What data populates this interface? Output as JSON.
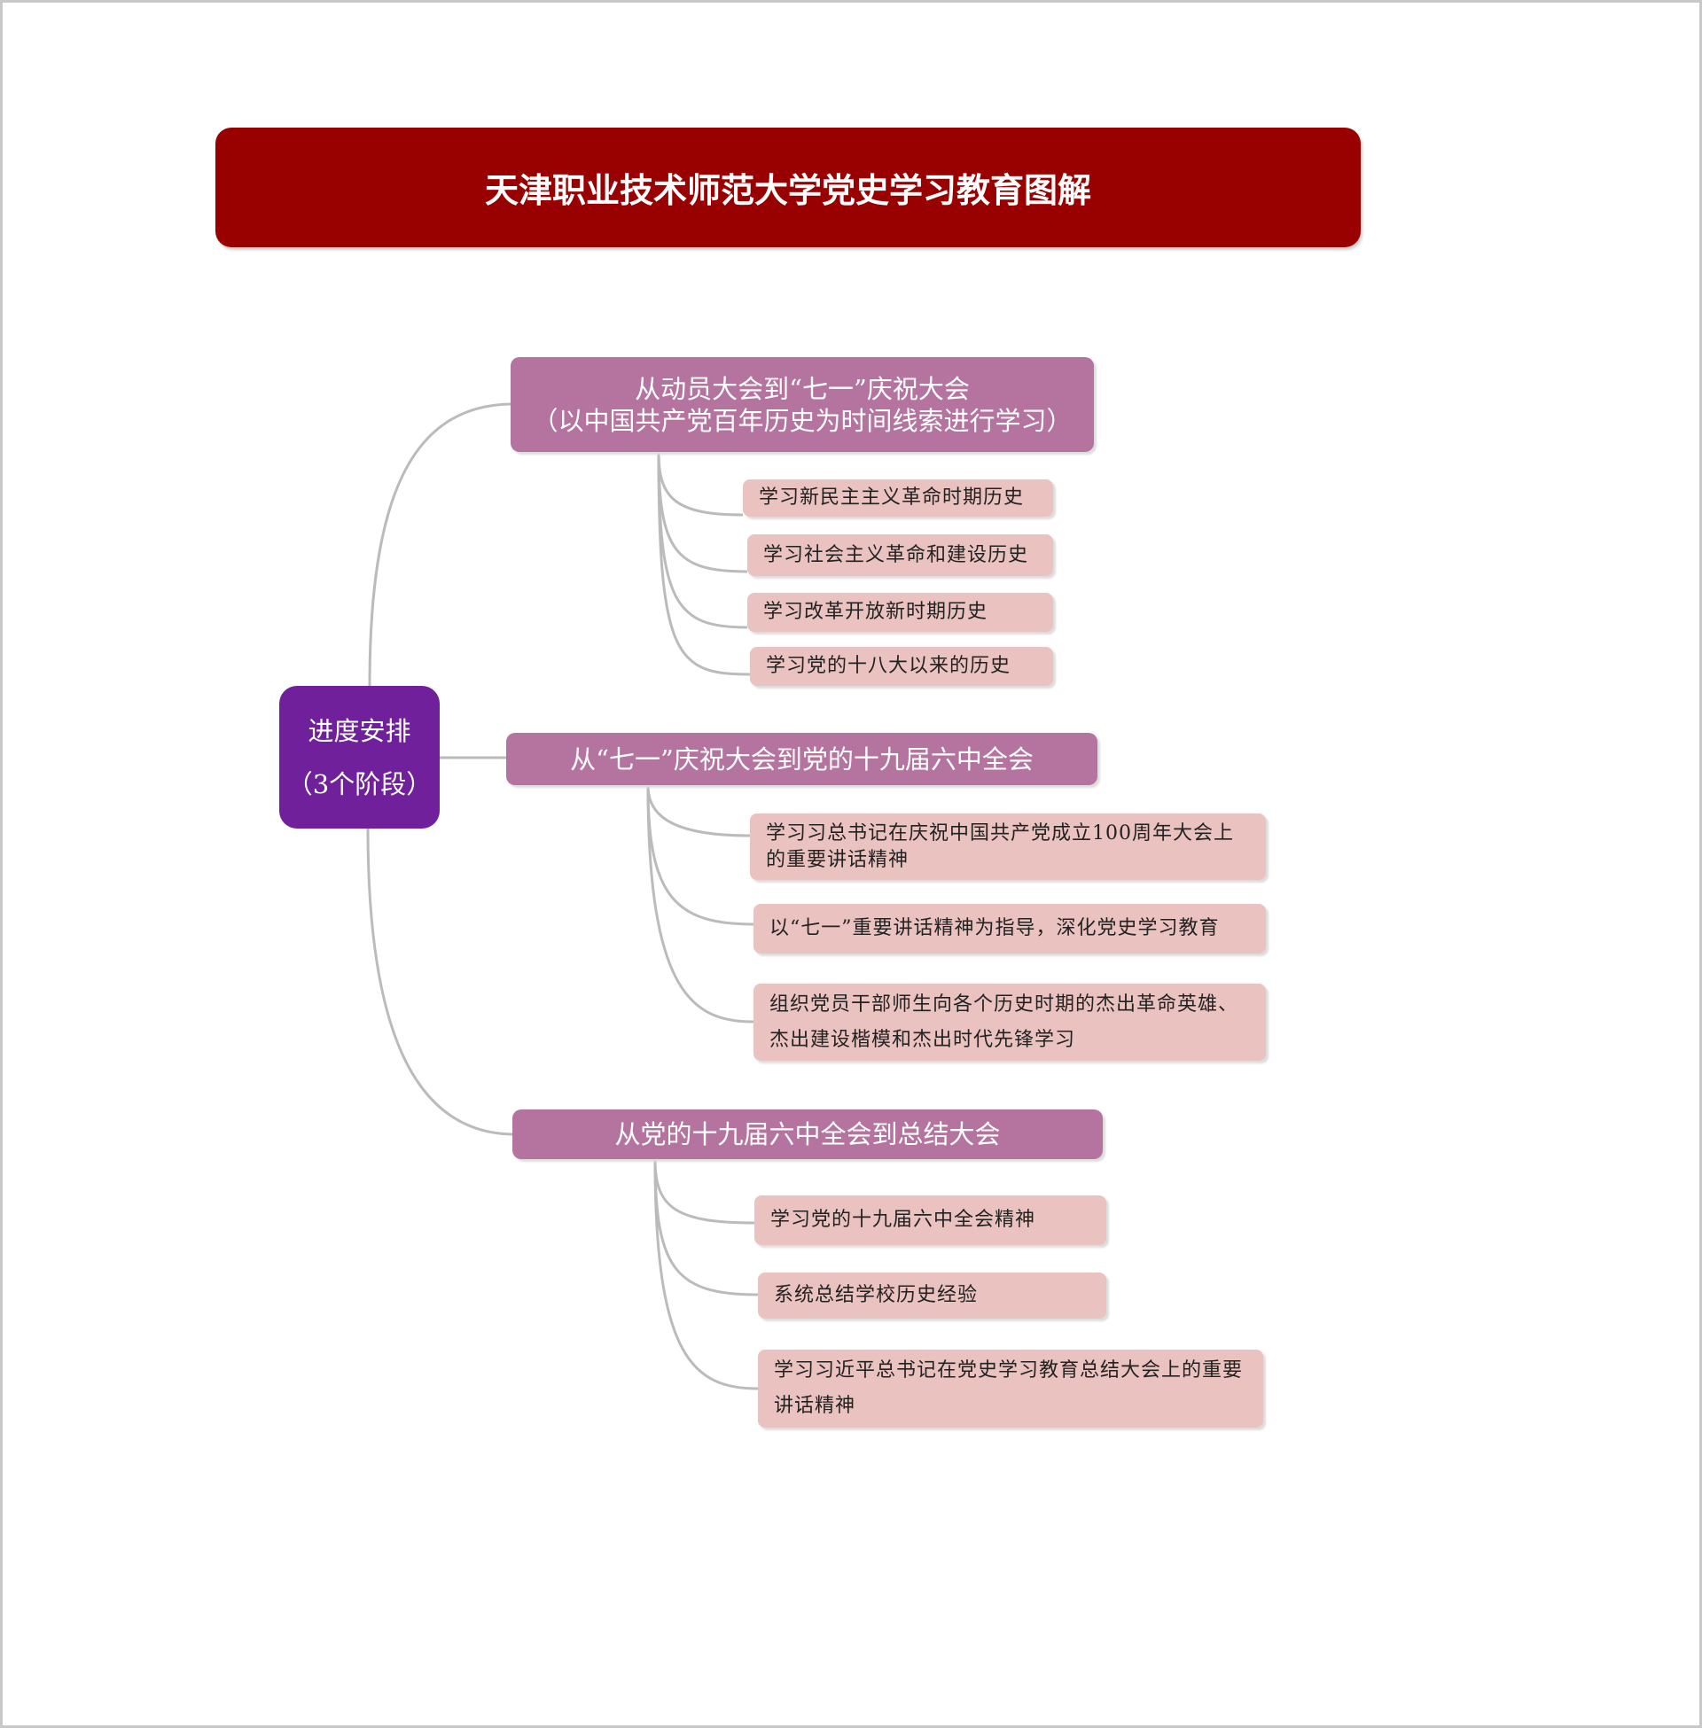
{
  "title": "天津职业技术师范大学党史学习教育图解",
  "center": {
    "line1": "进度安排",
    "line2": "（3个阶段）"
  },
  "branches": [
    {
      "line1": "从动员大会到“七一”庆祝大会",
      "line2": "（以中国共产党百年历史为时间线索进行学习）",
      "leaves": [
        "学习新民主主义革命时期历史",
        "学习社会主义革命和建设历史",
        "学习改革开放新时期历史",
        "学习党的十八大以来的历史"
      ]
    },
    {
      "line1": "从“七一”庆祝大会到党的十九届六中全会",
      "leaves": [
        "学习习总书记在庆祝中国共产党成立100周年大会上的重要讲话精神",
        "以“七一”重要讲话精神为指导，深化党史学习教育",
        "组织党员干部师生向各个历史时期的杰出革命英雄、杰出建设楷模和杰出时代先锋学习"
      ]
    },
    {
      "line1": "从党的十九届六中全会到总结大会",
      "leaves": [
        "学习党的十九届六中全会精神",
        "系统总结学校历史经验",
        "学习习近平总书记在党史学习教育总结大会上的重要讲话精神"
      ]
    }
  ]
}
